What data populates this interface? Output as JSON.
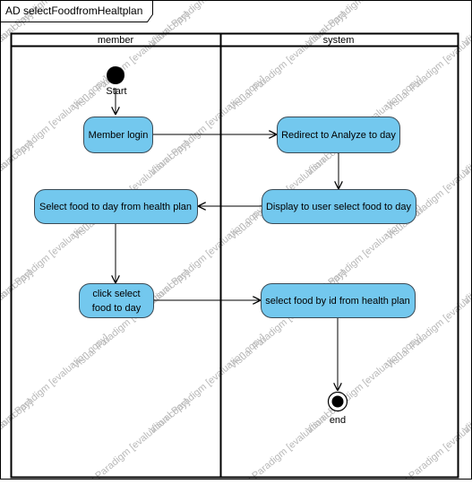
{
  "frame": {
    "title": "AD selectFoodfromHealtplan"
  },
  "lanes": [
    {
      "id": "member",
      "label": "member"
    },
    {
      "id": "system",
      "label": "system"
    }
  ],
  "nodes": {
    "start_label": "Start",
    "end_label": "end",
    "actions": [
      {
        "id": "member-login",
        "lines": [
          "Member login"
        ]
      },
      {
        "id": "redirect-analyze",
        "lines": [
          "Redirect to Analyze to day"
        ]
      },
      {
        "id": "display-select-food",
        "lines": [
          "Display to user select food to day"
        ]
      },
      {
        "id": "select-food-health-plan",
        "lines": [
          "Select food to day from health plan"
        ]
      },
      {
        "id": "click-select-food",
        "lines": [
          "click select",
          "food to day"
        ]
      },
      {
        "id": "select-food-by-id",
        "lines": [
          "select food by id from health plan"
        ]
      }
    ]
  },
  "watermark": {
    "text": "Visual Paradigm [evaluation copy]"
  },
  "colors": {
    "action_fill": "#73c8ee",
    "action_stroke": "#3a4a55",
    "line": "#000000",
    "node": "#000000",
    "watermark": "#b8b8b8"
  }
}
